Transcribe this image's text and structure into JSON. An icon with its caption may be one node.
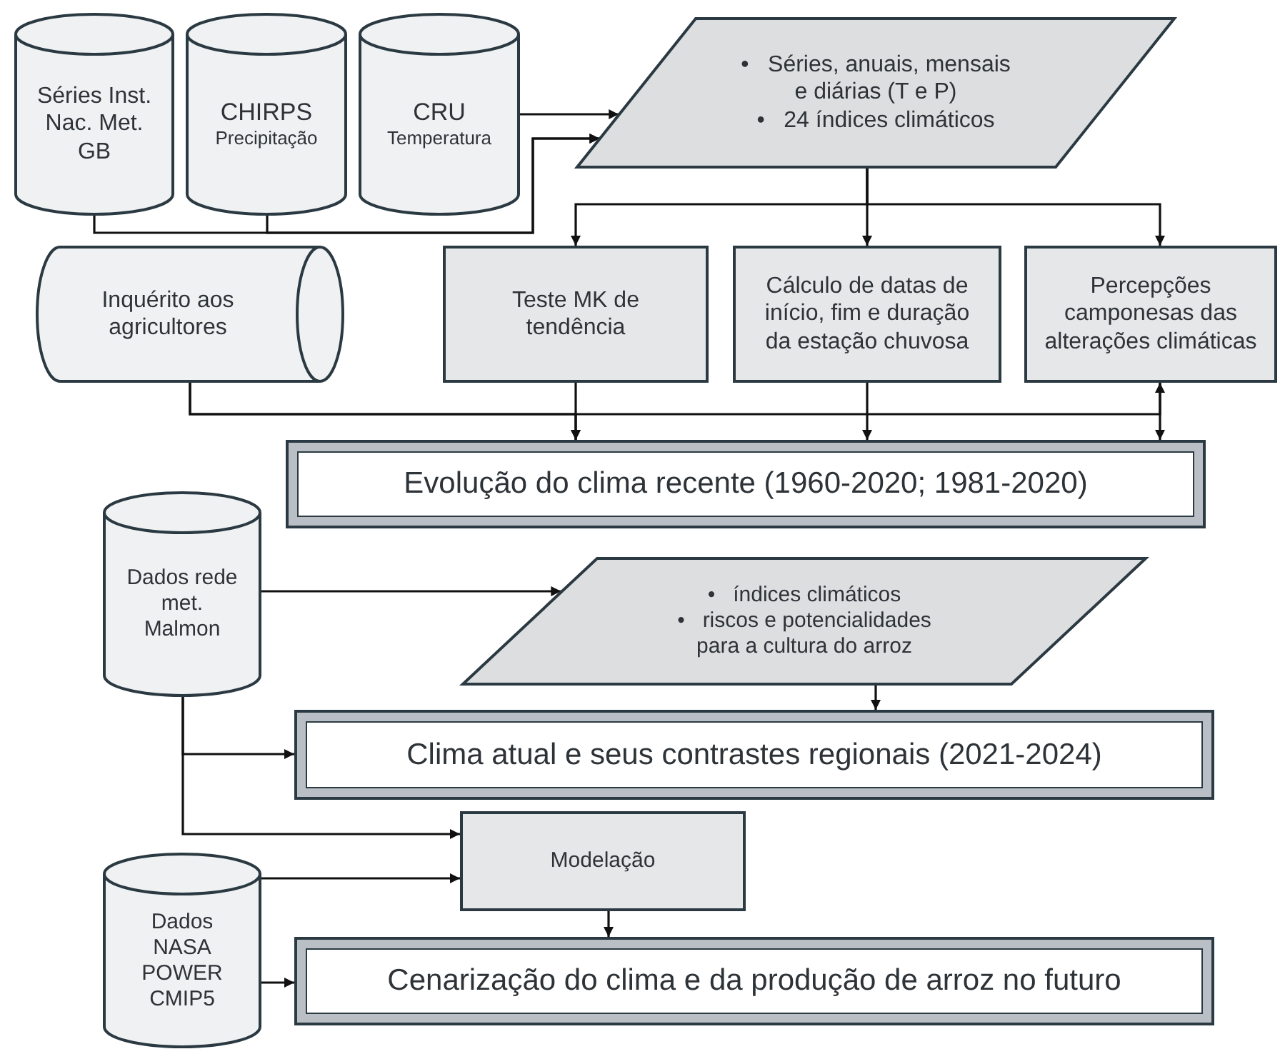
{
  "diagram": {
    "nodes": [
      {
        "text": [
          "Séries Inst. Nac. Met. GB"
        ]
      },
      {
        "text": [
          "CHIRPS",
          "Precipitação"
        ]
      },
      {
        "text": [
          "CRU",
          "Temperatura"
        ]
      },
      {
        "text": [
          "•   Séries, anuais, mensais e diárias (T e P)",
          "•   24 índices climáticos"
        ]
      },
      {
        "text": [
          "Inquérito aos agricultores"
        ]
      },
      {
        "text": [
          "Teste MK de tendência"
        ]
      },
      {
        "text": [
          "Cálculo de datas de início, fim e duração da estação chuvosa"
        ]
      },
      {
        "text": [
          "Percepções camponesas das alterações climáticas"
        ]
      },
      {
        "text": [
          "Evolução do clima recente (1960-2020; 1981-2020)"
        ]
      },
      {
        "text": [
          "Dados rede met. Malmon"
        ]
      },
      {
        "text": [
          "•   índices climáticos",
          "•   riscos e potencialidades para a cultura do arroz"
        ]
      },
      {
        "text": [
          "Clima atual e seus contrastes regionais (2021-2024)"
        ]
      },
      {
        "text": [
          "Modelação"
        ]
      },
      {
        "text": [
          "Dados NASA POWER CMIP5"
        ]
      },
      {
        "text": [
          "Cenarização do clima e da produção de arroz no futuro"
        ]
      }
    ],
    "edges": [
      {
        "from": 0,
        "to": 3,
        "arrow": "to"
      },
      {
        "from": 1,
        "to": 3,
        "arrow": "to"
      },
      {
        "from": 2,
        "to": 3,
        "arrow": "to"
      },
      {
        "from": 3,
        "to": 5,
        "arrow": "to"
      },
      {
        "from": 3,
        "to": 6,
        "arrow": "to"
      },
      {
        "from": 3,
        "to": 7,
        "arrow": "to"
      },
      {
        "from": 4,
        "to": 8,
        "arrow": "to"
      },
      {
        "from": 4,
        "to": 7,
        "arrow": "to"
      },
      {
        "from": 5,
        "to": 8,
        "arrow": "to"
      },
      {
        "from": 6,
        "to": 8,
        "arrow": "to"
      },
      {
        "from": 7,
        "to": 8,
        "arrow": "to"
      },
      {
        "from": 9,
        "to": 10,
        "arrow": "to"
      },
      {
        "from": 9,
        "to": 11,
        "arrow": "to"
      },
      {
        "from": 9,
        "to": 12,
        "arrow": "to"
      },
      {
        "from": 10,
        "to": 11,
        "arrow": "to"
      },
      {
        "from": 13,
        "to": 12,
        "arrow": "to"
      },
      {
        "from": 13,
        "to": 14,
        "arrow": "to"
      },
      {
        "from": 12,
        "to": 14,
        "arrow": "to"
      }
    ]
  }
}
